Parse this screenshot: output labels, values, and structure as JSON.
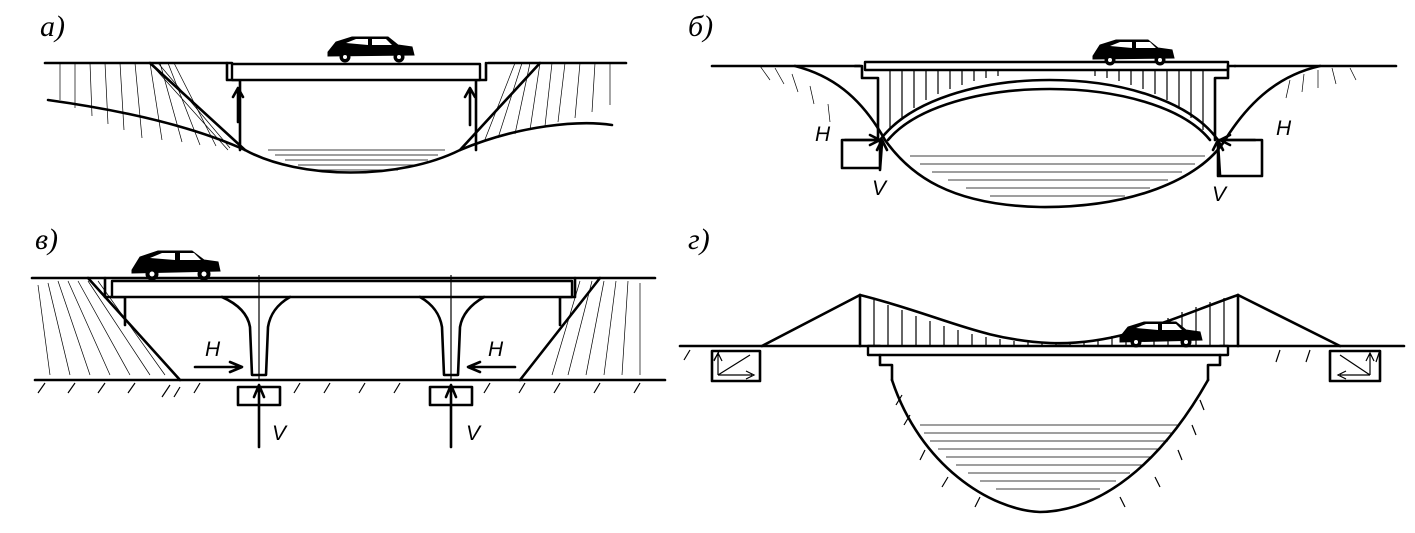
{
  "figure": {
    "panels": [
      {
        "id": "a",
        "label": "а)"
      },
      {
        "id": "b",
        "label": "б)",
        "force_labels": [
          "H",
          "H",
          "V",
          "V"
        ]
      },
      {
        "id": "v",
        "label": "в)",
        "force_labels": [
          "H",
          "H",
          "V",
          "V"
        ]
      },
      {
        "id": "g",
        "label": "г)"
      }
    ]
  }
}
